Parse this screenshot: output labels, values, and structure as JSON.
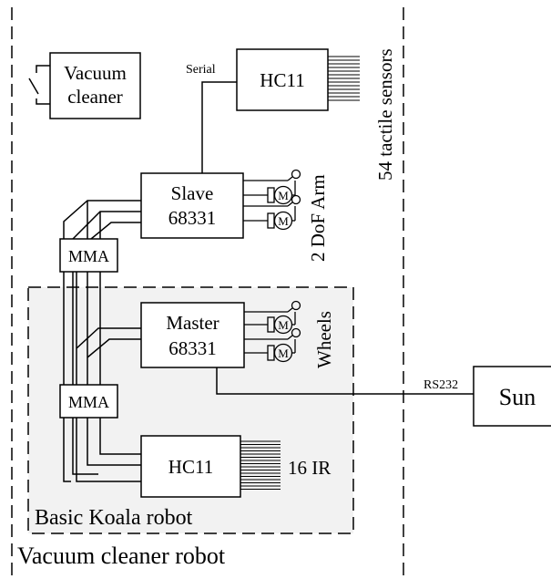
{
  "outer_label": "Vacuum cleaner robot",
  "inner_label": "Basic Koala robot",
  "blocks": {
    "vacuum": [
      "Vacuum",
      "cleaner"
    ],
    "hc11_top": "HC11",
    "slave": [
      "Slave",
      "68331"
    ],
    "mma_top": "MMA",
    "master": [
      "Master",
      "68331"
    ],
    "mma_bottom": "MMA",
    "hc11_bottom": "HC11",
    "sun": "Sun"
  },
  "labels": {
    "serial": "Serial",
    "tactile": "54 tactile sensors",
    "arm": "2 DoF Arm",
    "wheels": "Wheels",
    "ir": "16 IR",
    "rs232": "RS232"
  },
  "motor_symbol": "M"
}
